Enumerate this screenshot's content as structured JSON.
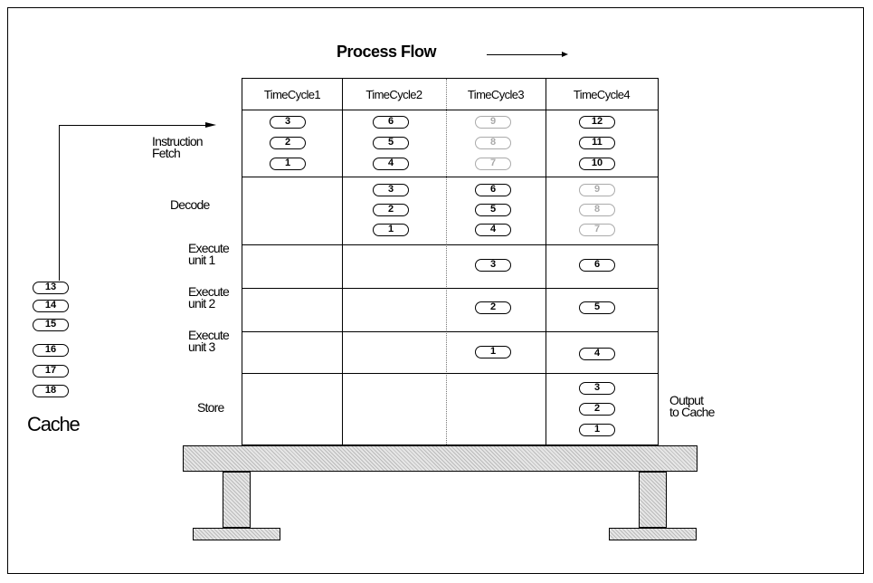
{
  "title": "Process Flow",
  "headers": [
    "TimeCycle1",
    "TimeCycle2",
    "TimeCycle3",
    "TimeCycle4"
  ],
  "rows": {
    "fetch": "Instruction\nFetch",
    "decode": "Decode",
    "exec1": "Execute\nunit 1",
    "exec2": "Execute\nunit 2",
    "exec3": "Execute\nunit 3",
    "store": "Store"
  },
  "cells": {
    "fetch_c1": [
      "3",
      "2",
      "1"
    ],
    "fetch_c2": [
      "6",
      "5",
      "4"
    ],
    "fetch_c3": [
      "9",
      "8",
      "7"
    ],
    "fetch_c4": [
      "12",
      "11",
      "10"
    ],
    "decode_c2": [
      "3",
      "2",
      "1"
    ],
    "decode_c3": [
      "6",
      "5",
      "4"
    ],
    "decode_c4": [
      "9",
      "8",
      "7"
    ],
    "exec1_c3": "3",
    "exec1_c4": "6",
    "exec2_c3": "2",
    "exec2_c4": "5",
    "exec3_c3": "1",
    "exec3_c4": "4",
    "store_c4": [
      "3",
      "2",
      "1"
    ]
  },
  "cache": {
    "label": "Cache",
    "items": [
      "13",
      "14",
      "15",
      "16",
      "17",
      "18"
    ]
  },
  "output_label": "Output\nto Cache"
}
